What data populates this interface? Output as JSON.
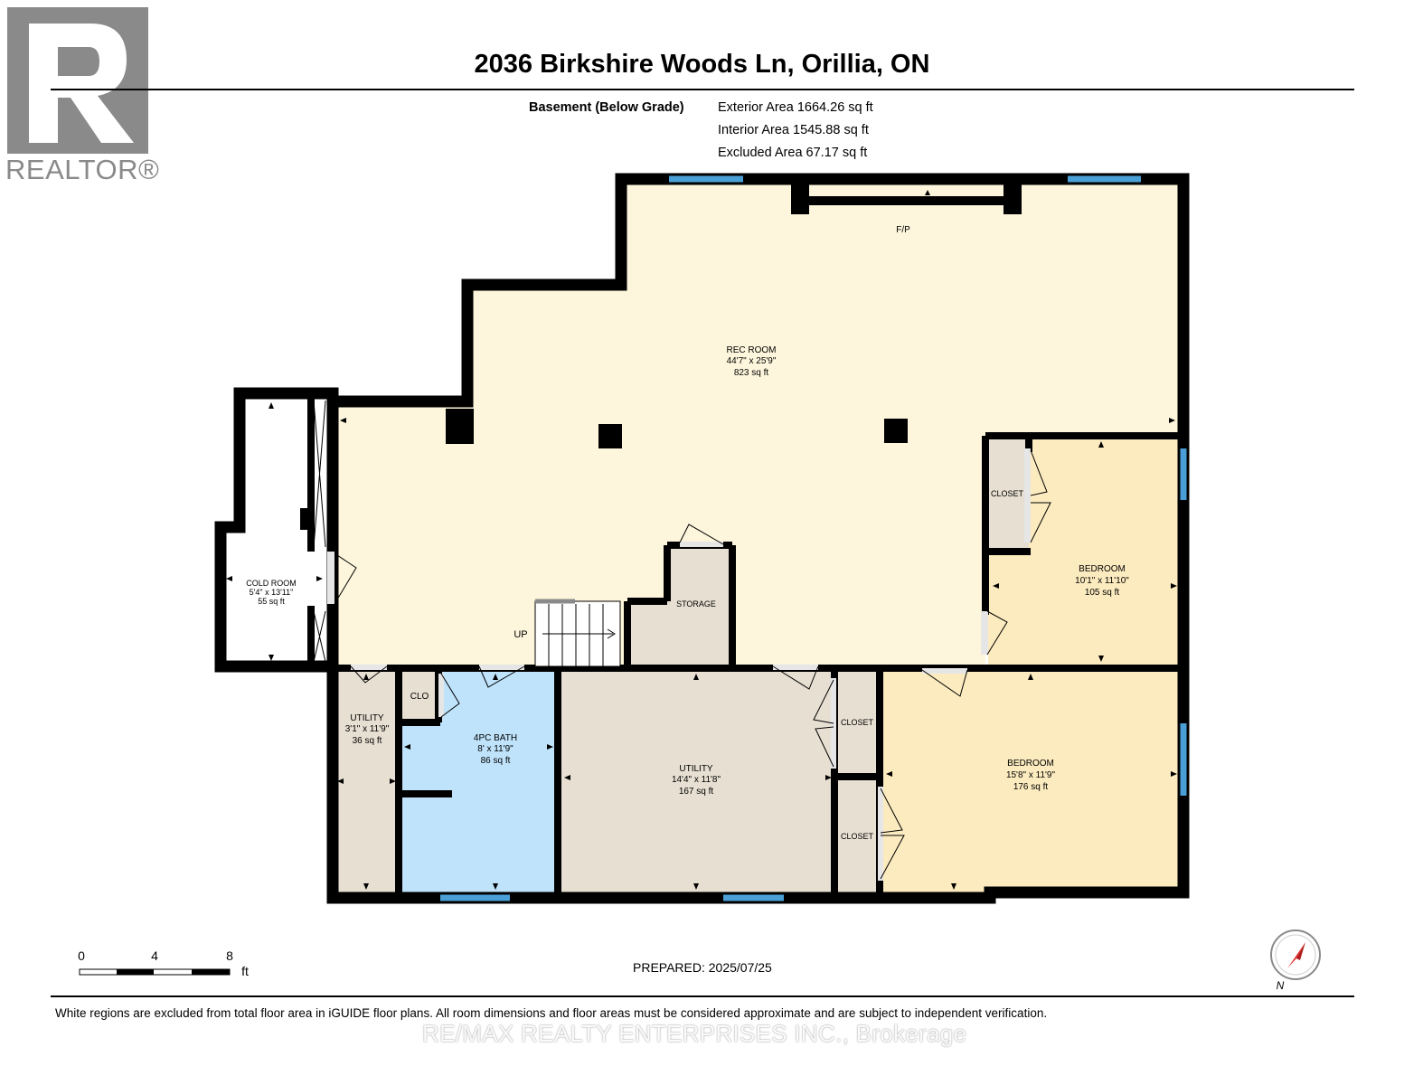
{
  "brand": {
    "logo_letter": "R",
    "logo_text": "REALTOR®",
    "logo_color": "#8a8a8a"
  },
  "header": {
    "title": "2036 Birkshire Woods Ln, Orillia, ON",
    "floor_label": "Basement (Below Grade)",
    "areas": [
      "Exterior Area 1664.26 sq ft",
      "Interior Area 1545.88 sq ft",
      "Excluded Area 67.17 sq ft"
    ]
  },
  "rooms": {
    "rec_room": {
      "name": "REC ROOM",
      "dims": "44'7\" x 25'9\"",
      "area": "823 sq ft"
    },
    "fireplace": "F/P",
    "cold_room": {
      "name": "COLD ROOM",
      "dims": "5'4\" x 13'11\"",
      "area": "55 sq ft"
    },
    "storage": "STORAGE",
    "stairs": "UP",
    "closet_top": "CLOSET",
    "bedroom_top": {
      "name": "BEDROOM",
      "dims": "10'1\" x 11'10\"",
      "area": "105 sq ft"
    },
    "utility_small": {
      "name": "UTILITY",
      "dims": "3'1\" x 11'9\"",
      "area": "36 sq ft"
    },
    "clo": "CLO",
    "bath": {
      "name": "4PC BATH",
      "dims": "8' x 11'9\"",
      "area": "86 sq ft"
    },
    "utility_large": {
      "name": "UTILITY",
      "dims": "14'4\" x 11'8\"",
      "area": "167 sq ft"
    },
    "closet_mid": "CLOSET",
    "closet_low": "CLOSET",
    "bedroom_bottom": {
      "name": "BEDROOM",
      "dims": "15'8\" x 11'9\"",
      "area": "176 sq ft"
    }
  },
  "scale": {
    "ticks": [
      "0",
      "4",
      "8"
    ],
    "unit": "ft"
  },
  "compass_label": "N",
  "footer": {
    "prepared": "PREPARED: 2025/07/25",
    "disclaimer": "White regions are excluded from total floor area in iGUIDE floor plans. All room dimensions and floor areas must be considered approximate and are subject to independent verification.",
    "brokerage": "RE/MAX REALTY ENTERPRISES INC., Brokerage"
  },
  "colors": {
    "rec_room": "#fdf6dc",
    "bedroom": "#fcebbf",
    "utility": "#e7dfd2",
    "bath": "#bfe3fb",
    "cold_room": "#ffffff",
    "wall": "#000000",
    "window": "#4a9fd6"
  }
}
